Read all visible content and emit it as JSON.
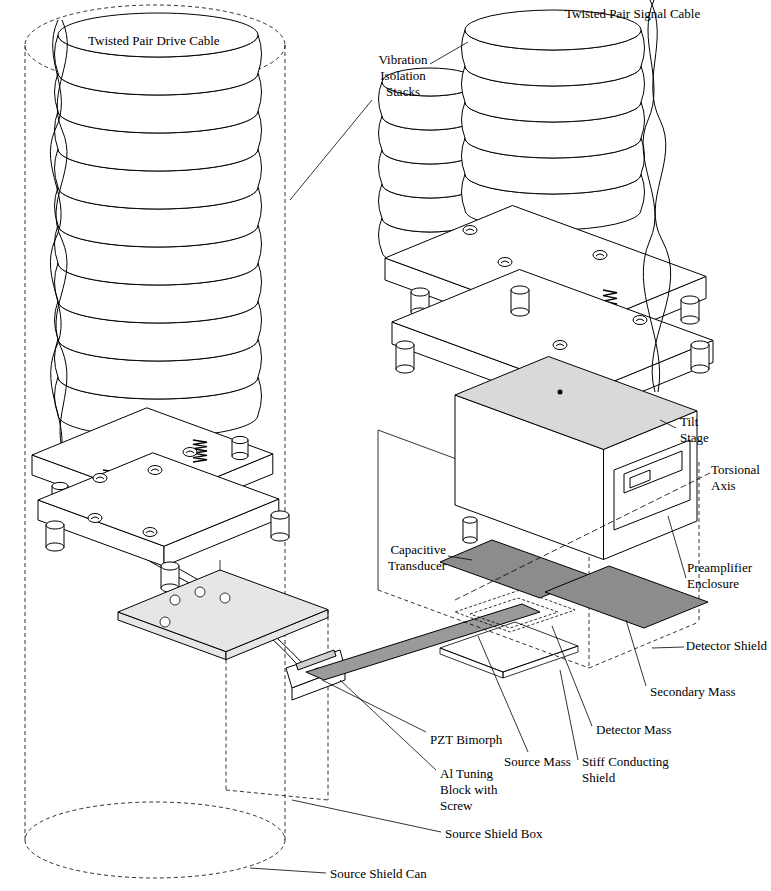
{
  "diagram": {
    "labels": [
      "Twisted Pair Signal Cable",
      "Vibration Isolation Stacks",
      "Twisted Pair Drive Cable",
      "Tilt Stage",
      "Torsional Axis",
      "Capacitive Transducer",
      "Preamplifier Enclosure",
      "Detector Shield",
      "Secondary Mass",
      "Detector Mass",
      "Source Mass",
      "Stiff Conducting Shield",
      "PZT Bimorph",
      "Al Tuning Block with Screw",
      "Source Shield Box",
      "Source Shield Can"
    ]
  }
}
